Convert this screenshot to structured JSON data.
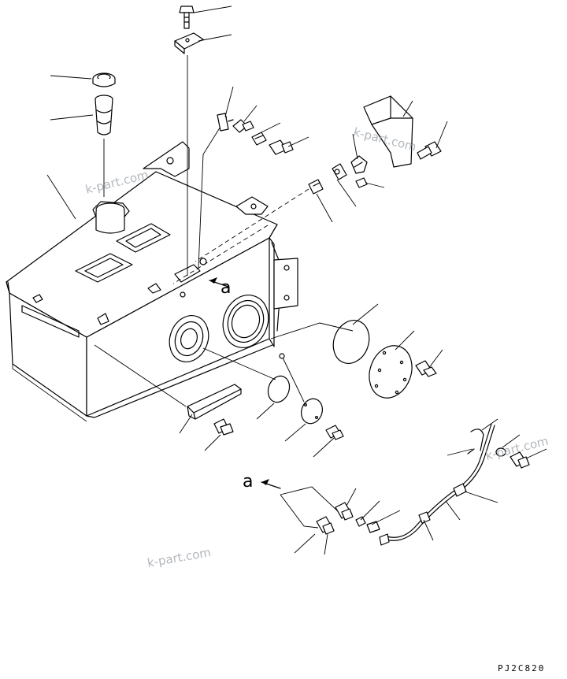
{
  "diagram": {
    "drawing_code": "PJ2C820",
    "view_marker": "a",
    "watermark": "k-part.com",
    "line_color": "#000000",
    "watermark_color": "#9aa0a6"
  }
}
